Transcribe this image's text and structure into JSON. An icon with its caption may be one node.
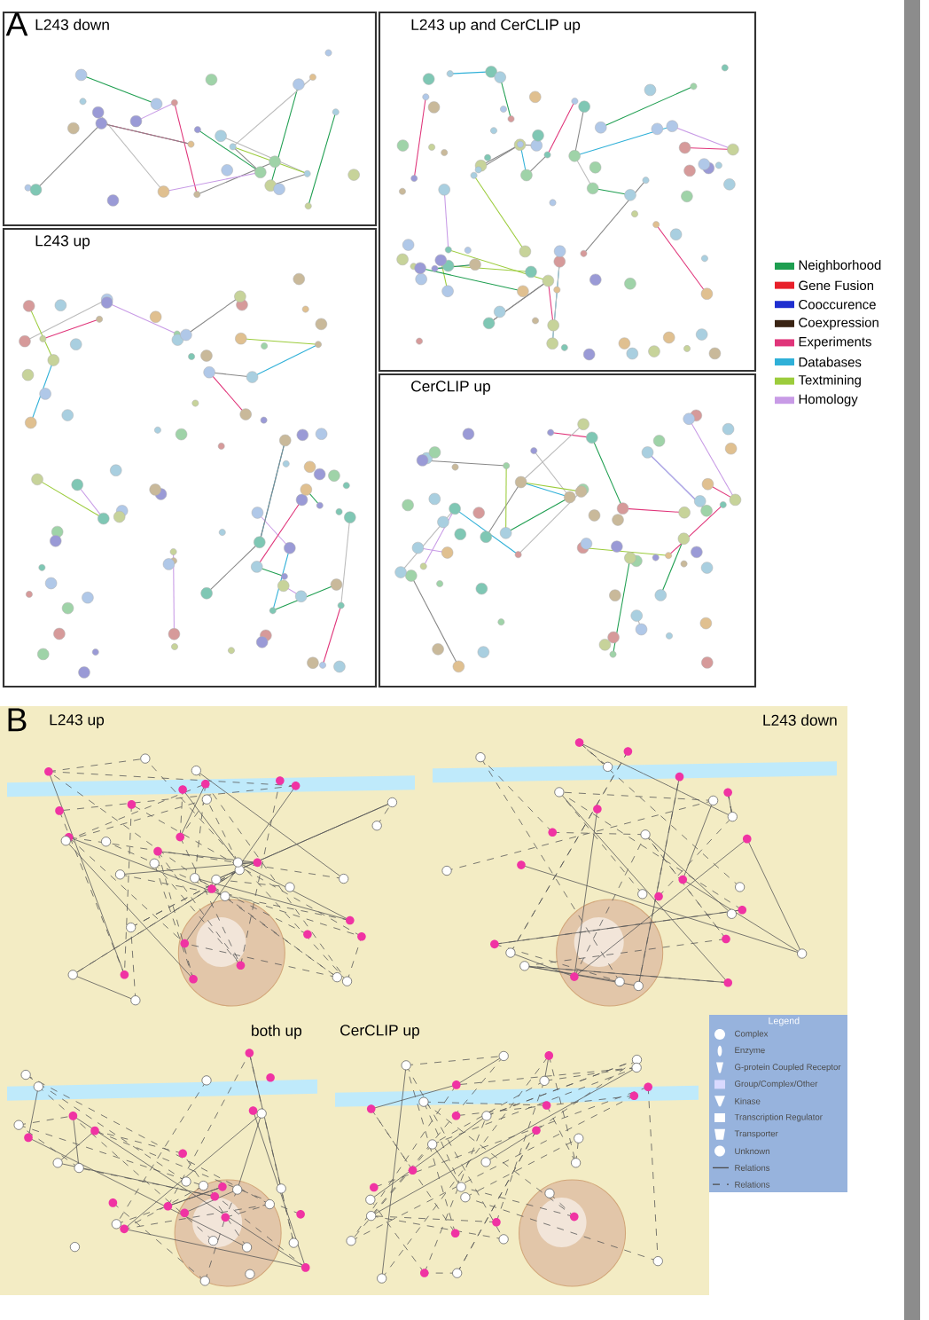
{
  "diagram": {
    "nodes": [
      {
        "text": [
          "L243 down"
        ]
      },
      {
        "text": [
          "L243 up and CerCLIP up"
        ]
      },
      {
        "text": [
          "L243 up"
        ]
      },
      {
        "text": [
          "CerCLIP up"
        ]
      },
      {
        "text": [
          "L243 up"
        ]
      },
      {
        "text": [
          "L243 down"
        ]
      },
      {
        "text": [
          "both up"
        ]
      },
      {
        "text": [
          "CerCLIP up"
        ]
      }
    ],
    "labels": [
      "A",
      "B",
      "Legend"
    ],
    "legend": [
      {
        "text": "Neighborhood",
        "color": "#1e9e50"
      },
      {
        "text": "Gene Fusion",
        "color": "#e8202a"
      },
      {
        "text": "Cooccurence",
        "color": "#1f2fd0"
      },
      {
        "text": "Coexpression",
        "color": "#3a2414"
      },
      {
        "text": "Experiments",
        "color": "#e0357a"
      },
      {
        "text": "Databases",
        "color": "#2fb0d8"
      },
      {
        "text": "Textmining",
        "color": "#9ccc3c"
      },
      {
        "text": "Homology",
        "color": "#c89be6"
      },
      {
        "text": "Complex"
      },
      {
        "text": "Enzyme"
      },
      {
        "text": "G-protein Coupled Receptor"
      },
      {
        "text": "Group/Complex/Other"
      },
      {
        "text": "Kinase"
      },
      {
        "text": "Transcription Regulator"
      },
      {
        "text": "Transporter"
      },
      {
        "text": "Unknown"
      },
      {
        "text": "Relations"
      },
      {
        "text": "Relations"
      }
    ]
  }
}
